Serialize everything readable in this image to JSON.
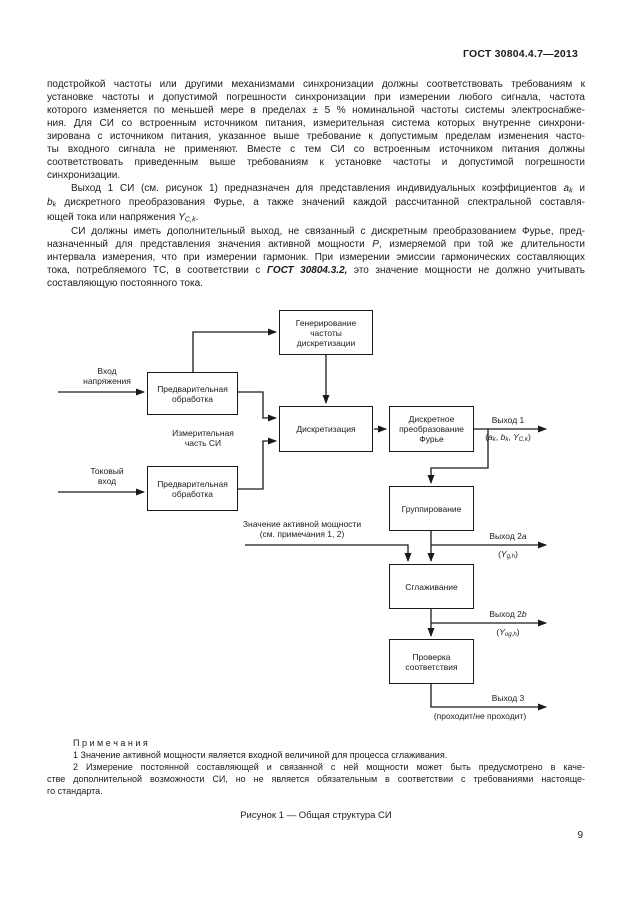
{
  "colors": {
    "background": "#ffffff",
    "text": "#1c1c1c",
    "line": "#1a1a1a"
  },
  "header": {
    "title": "ГОСТ 30804.4.7—2013"
  },
  "page_number": "9",
  "body": {
    "p1": [
      {
        "cls": "",
        "seg": [
          "подстройкой частоты или другими механизмами синхронизации должны соответствовать требованиям к"
        ]
      },
      {
        "cls": "",
        "seg": [
          "установке частоты и допустимой погрешности синхронизации при измерении любого сигнала, частота"
        ]
      },
      {
        "cls": "",
        "seg": [
          "которого изменяется по меньшей мере в пределах ± 5 % номинальной частоты системы электроснабже-"
        ]
      },
      {
        "cls": "",
        "seg": [
          "ния. Для СИ со встроенным источником питания, измерительная система которых внутренне синхрони-"
        ]
      },
      {
        "cls": "",
        "seg": [
          "зирована с источником питания, указанное выше требование к допустимым пределам изменения часто-"
        ]
      },
      {
        "cls": "",
        "seg": [
          "ты входного сигнала не применяют. Вместе с тем СИ со встроенным источником питания должны"
        ]
      },
      {
        "cls": "",
        "seg": [
          "соответствовать приведенным выше требованиям к установке частоты и допустимой погрешности"
        ]
      },
      {
        "cls": "last",
        "seg": [
          "синхронизации."
        ]
      }
    ],
    "p2": [
      {
        "cls": "ind",
        "seg": [
          "Выход 1 СИ (см. рисунок 1) предназначен для представления индивидуальных коэффициентов ",
          {
            "s": "i",
            "t": "a"
          },
          {
            "s": "sub",
            "t": "k"
          },
          " и"
        ]
      },
      {
        "cls": "",
        "seg": [
          {
            "s": "i",
            "t": "b"
          },
          {
            "s": "sub",
            "t": "k"
          },
          " дискретного преобразования Фурье, а также значений каждой рассчитанной спектральной составля-"
        ]
      },
      {
        "cls": "last",
        "seg": [
          "ющей тока или напряжения ",
          {
            "s": "i",
            "t": "Y"
          },
          {
            "s": "sub",
            "t": "C,k"
          },
          "."
        ]
      }
    ],
    "p3": [
      {
        "cls": "ind",
        "seg": [
          "СИ должны иметь дополнительный выход, не связанный с дискретным преобразованием Фурье, пред-"
        ]
      },
      {
        "cls": "",
        "seg": [
          "назначенный для представления значения активной мощности ",
          {
            "s": "i",
            "t": "P"
          },
          ", измеряемой при той же длительности"
        ]
      },
      {
        "cls": "",
        "seg": [
          "интервала измерения, что при измерении гармоник. При измерении эмиссии гармонических составляющих"
        ]
      },
      {
        "cls": "",
        "seg": [
          "тока, потребляемого ТС, в соответствии с ",
          {
            "s": "bi",
            "t": "ГОСТ 30804.3.2,"
          },
          " это значение мощности не должно учитывать"
        ]
      },
      {
        "cls": "last",
        "seg": [
          "составляющую постоянного тока."
        ]
      }
    ]
  },
  "diagram": {
    "boxes": {
      "gen": "Генерирование\nчастоты\nдискретизации",
      "pre1": "Предварительная\nобработка",
      "pre2": "Предварительная\nобработка",
      "disc": "Дискретизация",
      "dft": "Дискретное\nпреобразование\nФурье",
      "group": "Группирование",
      "smooth": "Сглаживание",
      "check": "Проверка\nсоответствия"
    },
    "side_labels": {
      "voltage_input": "Вход\nнапряжения",
      "current_input": "Токовый\nвход",
      "measuring_part": "Измерительная\nчасть СИ",
      "power_value": "Значение активной мощности\n(см. примечания 1, 2)"
    },
    "outputs": {
      "out1": {
        "label": [
          "Выход 1"
        ],
        "formula": [
          "(",
          {
            "s": "i",
            "t": "a"
          },
          {
            "s": "sub",
            "t": "k"
          },
          ", ",
          {
            "s": "i",
            "t": "b"
          },
          {
            "s": "sub",
            "t": "k"
          },
          ", ",
          {
            "s": "i",
            "t": "Y"
          },
          {
            "s": "sub",
            "t": "C,k"
          },
          ")"
        ]
      },
      "out2a": {
        "label": [
          "Выход 2",
          {
            "s": "i",
            "t": "a"
          }
        ],
        "formula": [
          "(",
          {
            "s": "i",
            "t": "Y"
          },
          {
            "s": "sub",
            "t": "g,h"
          },
          ")"
        ]
      },
      "out2b": {
        "label": [
          "Выход 2",
          {
            "s": "i",
            "t": "b"
          }
        ],
        "formula": [
          "(",
          {
            "s": "i",
            "t": "Y"
          },
          {
            "s": "sub",
            "t": "og,h"
          },
          ")"
        ]
      },
      "out3": {
        "label": [
          "Выход 3"
        ],
        "formula": [
          "(проходит/не проходит)"
        ]
      }
    }
  },
  "notes": {
    "head": "П р и м е ч а н и я",
    "lines": [
      {
        "cls": "ind last",
        "seg": [
          "1 Значение активной мощности является входной величиной для процесса сглаживания."
        ]
      },
      {
        "cls": "ind",
        "seg": [
          "2 Измерение постоянной составляющей и связанной с ней мощности может быть предусмотрено в каче-"
        ]
      },
      {
        "cls": "",
        "seg": [
          "стве дополнительной возможности СИ, но не является обязательным в соответствии с требованиями настояще-"
        ]
      },
      {
        "cls": "last",
        "seg": [
          "го стандарта."
        ]
      }
    ]
  },
  "caption": "Рисунок 1 — Общая структура СИ"
}
